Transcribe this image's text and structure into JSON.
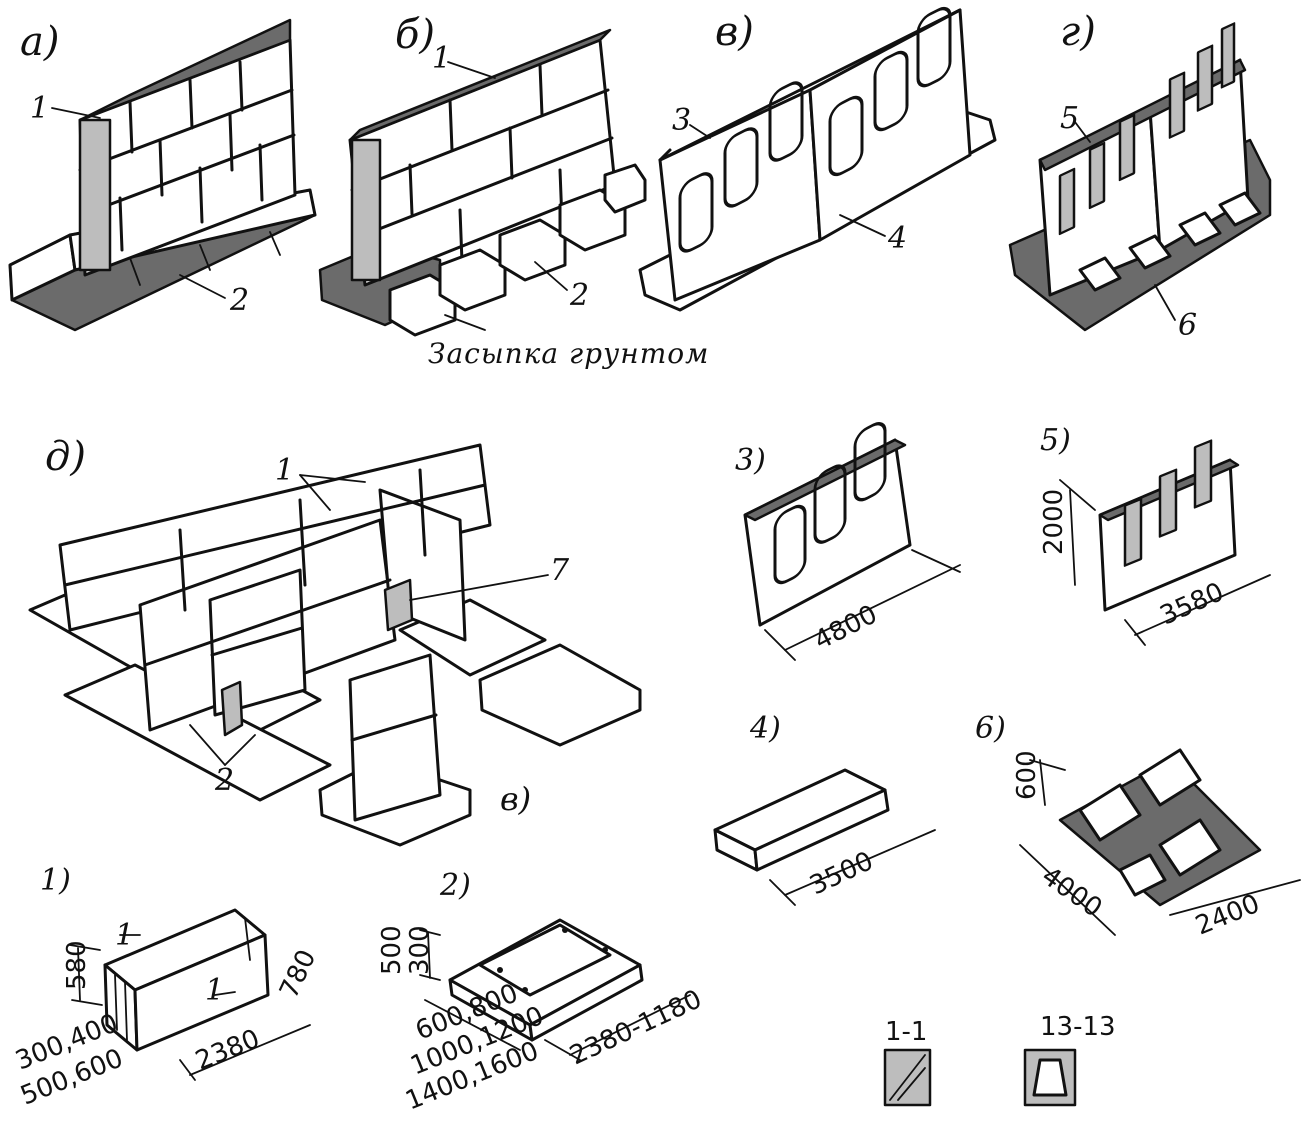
{
  "panels": {
    "a": "а)",
    "b": "б)",
    "v": "в)",
    "g": "г)",
    "d": "д)",
    "v2": "в)"
  },
  "callouts": {
    "a1": "1",
    "a2": "2",
    "b1": "1",
    "b2": "2",
    "v3": "3",
    "v4": "4",
    "g5": "5",
    "g6": "6",
    "d1": "1",
    "d2": "2",
    "d7": "7"
  },
  "backfill_caption": "Засыпка грунтом",
  "details": {
    "wall_block": {
      "label": "1)",
      "height": "580",
      "length": "2380",
      "depth": "780",
      "widths_1": "300,400",
      "widths_2": "500,600",
      "section_mark": "1"
    },
    "footing_slab": {
      "label": "2)",
      "h1": "500",
      "h2": "300",
      "widths_1": "600,800",
      "widths_2": "1000,1200",
      "widths_3": "1400,1600",
      "length": "2380-1180"
    },
    "panel_openings": {
      "label": "3)",
      "length": "4800"
    },
    "strip_beam": {
      "label": "4)",
      "length": "3500"
    },
    "panel_slots": {
      "label": "5)",
      "height": "2000",
      "length": "3580"
    },
    "ribbed_slab": {
      "label": "6)",
      "height": "600",
      "length": "4000",
      "width": "2400"
    }
  },
  "sections": {
    "s1": "1-1",
    "s2": "13-13"
  }
}
